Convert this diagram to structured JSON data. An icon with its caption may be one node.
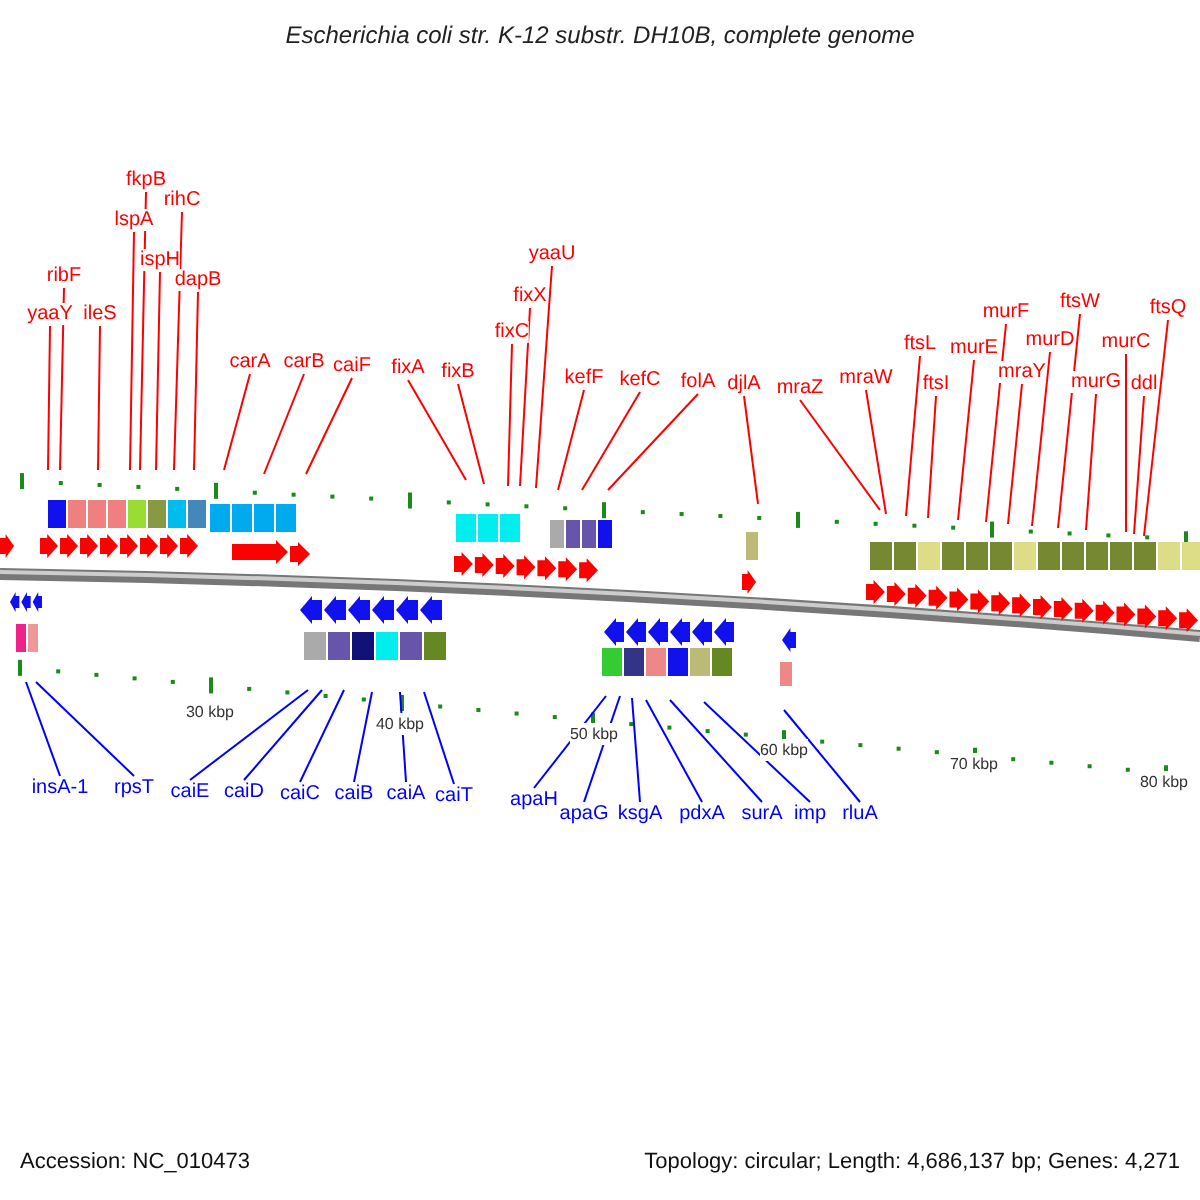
{
  "diagram": {
    "title": "Escherichia coli str. K-12 substr. DH10B, complete genome",
    "nodes": [
      {
        "text": [
          "yaaY"
        ]
      },
      {
        "text": [
          "ribF"
        ]
      },
      {
        "text": [
          "ileS"
        ]
      },
      {
        "text": [
          "lspA"
        ]
      },
      {
        "text": [
          "fkpB"
        ]
      },
      {
        "text": [
          "ispH"
        ]
      },
      {
        "text": [
          "rihC"
        ]
      },
      {
        "text": [
          "dapB"
        ]
      },
      {
        "text": [
          "carA"
        ]
      },
      {
        "text": [
          "carB"
        ]
      },
      {
        "text": [
          "caiF"
        ]
      },
      {
        "text": [
          "fixA"
        ]
      },
      {
        "text": [
          "fixB"
        ]
      },
      {
        "text": [
          "fixC"
        ]
      },
      {
        "text": [
          "fixX"
        ]
      },
      {
        "text": [
          "yaaU"
        ]
      },
      {
        "text": [
          "kefF"
        ]
      },
      {
        "text": [
          "kefC"
        ]
      },
      {
        "text": [
          "folA"
        ]
      },
      {
        "text": [
          "djlA"
        ]
      },
      {
        "text": [
          "mraZ"
        ]
      },
      {
        "text": [
          "mraW"
        ]
      },
      {
        "text": [
          "ftsL"
        ]
      },
      {
        "text": [
          "ftsI"
        ]
      },
      {
        "text": [
          "murE"
        ]
      },
      {
        "text": [
          "murF"
        ]
      },
      {
        "text": [
          "mraY"
        ]
      },
      {
        "text": [
          "murD"
        ]
      },
      {
        "text": [
          "ftsW"
        ]
      },
      {
        "text": [
          "murG"
        ]
      },
      {
        "text": [
          "murC"
        ]
      },
      {
        "text": [
          "ddl"
        ]
      },
      {
        "text": [
          "ftsQ"
        ]
      },
      {
        "text": [
          "insA-1"
        ]
      },
      {
        "text": [
          "rpsT"
        ]
      },
      {
        "text": [
          "caiE"
        ]
      },
      {
        "text": [
          "caiD"
        ]
      },
      {
        "text": [
          "caiC"
        ]
      },
      {
        "text": [
          "caiB"
        ]
      },
      {
        "text": [
          "caiA"
        ]
      },
      {
        "text": [
          "caiT"
        ]
      },
      {
        "text": [
          "apaH"
        ]
      },
      {
        "text": [
          "apaG"
        ]
      },
      {
        "text": [
          "ksgA"
        ]
      },
      {
        "text": [
          "pdxA"
        ]
      },
      {
        "text": [
          "surA"
        ]
      },
      {
        "text": [
          "imp"
        ]
      },
      {
        "text": [
          "rluA"
        ]
      }
    ],
    "edges": [
      {
        "from": 0,
        "to": null,
        "arrow": "none"
      },
      {
        "from": 1,
        "to": null,
        "arrow": "none"
      },
      {
        "from": 2,
        "to": null,
        "arrow": "none"
      },
      {
        "from": 3,
        "to": null,
        "arrow": "none"
      },
      {
        "from": 4,
        "to": null,
        "arrow": "none"
      },
      {
        "from": 5,
        "to": null,
        "arrow": "none"
      },
      {
        "from": 6,
        "to": null,
        "arrow": "none"
      },
      {
        "from": 7,
        "to": null,
        "arrow": "none"
      },
      {
        "from": 8,
        "to": null,
        "arrow": "none"
      },
      {
        "from": 9,
        "to": null,
        "arrow": "none"
      },
      {
        "from": 10,
        "to": null,
        "arrow": "none"
      },
      {
        "from": 11,
        "to": null,
        "arrow": "none"
      },
      {
        "from": 12,
        "to": null,
        "arrow": "none"
      },
      {
        "from": 13,
        "to": null,
        "arrow": "none"
      },
      {
        "from": 14,
        "to": null,
        "arrow": "none"
      },
      {
        "from": 15,
        "to": null,
        "arrow": "none"
      },
      {
        "from": 16,
        "to": null,
        "arrow": "none"
      },
      {
        "from": 17,
        "to": null,
        "arrow": "none"
      },
      {
        "from": 18,
        "to": null,
        "arrow": "none"
      },
      {
        "from": 19,
        "to": null,
        "arrow": "none"
      },
      {
        "from": 20,
        "to": null,
        "arrow": "none"
      },
      {
        "from": 21,
        "to": null,
        "arrow": "none"
      },
      {
        "from": 22,
        "to": null,
        "arrow": "none"
      },
      {
        "from": 23,
        "to": null,
        "arrow": "none"
      },
      {
        "from": 24,
        "to": null,
        "arrow": "none"
      },
      {
        "from": 25,
        "to": null,
        "arrow": "none"
      },
      {
        "from": 26,
        "to": null,
        "arrow": "none"
      },
      {
        "from": 27,
        "to": null,
        "arrow": "none"
      },
      {
        "from": 28,
        "to": null,
        "arrow": "none"
      },
      {
        "from": 29,
        "to": null,
        "arrow": "none"
      },
      {
        "from": 30,
        "to": null,
        "arrow": "none"
      },
      {
        "from": 31,
        "to": null,
        "arrow": "none"
      },
      {
        "from": 32,
        "to": null,
        "arrow": "none"
      },
      {
        "from": 33,
        "to": null,
        "arrow": "none",
        "color": "#0000ff"
      },
      {
        "from": 34,
        "to": null,
        "arrow": "none",
        "color": "#0000ff"
      },
      {
        "from": 35,
        "to": null,
        "arrow": "none",
        "color": "#0000ff"
      },
      {
        "from": 36,
        "to": null,
        "arrow": "none",
        "color": "#0000ff"
      },
      {
        "from": 37,
        "to": null,
        "arrow": "none",
        "color": "#0000ff"
      },
      {
        "from": 38,
        "to": null,
        "arrow": "none",
        "color": "#0000ff"
      },
      {
        "from": 39,
        "to": null,
        "arrow": "none",
        "color": "#0000ff"
      },
      {
        "from": 40,
        "to": null,
        "arrow": "none",
        "color": "#0000ff"
      },
      {
        "from": 41,
        "to": null,
        "arrow": "none",
        "color": "#0000ff"
      },
      {
        "from": 42,
        "to": null,
        "arrow": "none",
        "color": "#0000ff"
      },
      {
        "from": 43,
        "to": null,
        "arrow": "none",
        "color": "#0000ff"
      },
      {
        "from": 44,
        "to": null,
        "arrow": "none",
        "color": "#0000ff"
      },
      {
        "from": 45,
        "to": null,
        "arrow": "none",
        "color": "#0000ff"
      },
      {
        "from": 46,
        "to": null,
        "arrow": "none",
        "color": "#0000ff"
      },
      {
        "from": 47,
        "to": null,
        "arrow": "none",
        "color": "#0000ff"
      }
    ],
    "labels": [
      "30 kbp",
      "40 kbp",
      "50 kbp",
      "60 kbp",
      "70 kbp",
      "80 kbp",
      "Accession: NC_010473",
      "Topology: circular; Length: 4,686,137 bp; Genes: 4,271"
    ]
  }
}
